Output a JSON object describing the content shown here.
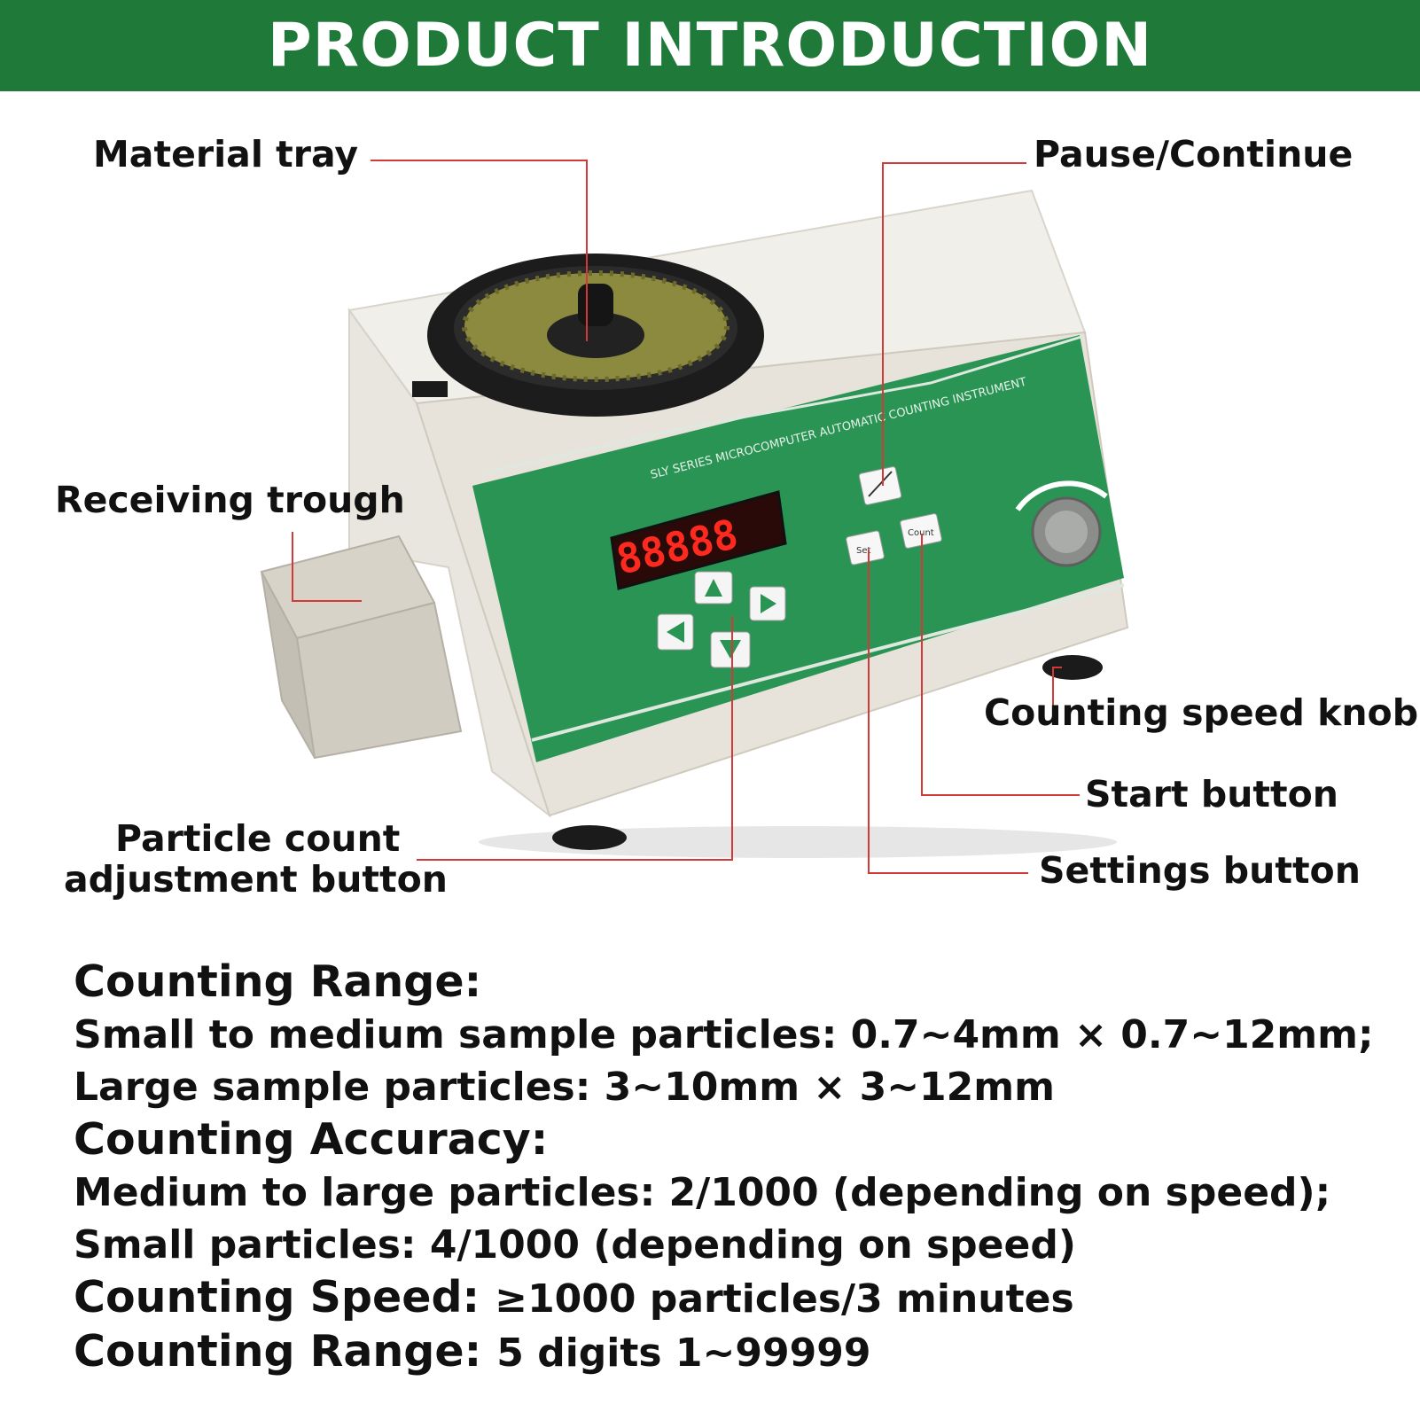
{
  "header": {
    "title": "PRODUCT INTRODUCTION"
  },
  "colors": {
    "banner": "#1f7a3a",
    "panel": "#2a9454",
    "leader_line": "#d23a3a",
    "display_digits": "#ff2a1f"
  },
  "labels": {
    "material_tray": "Material tray",
    "pause_continue": "Pause/Continue",
    "receiving_trough": "Receiving trough",
    "counting_speed_knob": "Counting speed knob",
    "start_button": "Start button",
    "settings_button": "Settings button",
    "particle_count_line1": "Particle count",
    "particle_count_line2": "adjustment button"
  },
  "device": {
    "panel_text": "SLY SERIES MICROCOMPUTER AUTOMATIC COUNTING INSTRUMENT",
    "display": "88888",
    "set_key": "Set",
    "count_key": "Count",
    "pause_key": "Pause/Continue"
  },
  "specs": {
    "range_heading": "Counting Range:",
    "range_small": "Small to medium sample particles: 0.7~4mm × 0.7~12mm;",
    "range_large": "Large sample particles: 3~10mm × 3~12mm",
    "accuracy_heading": "Counting Accuracy:",
    "accuracy_medium": "Medium to large particles: 2/1000 (depending on speed);",
    "accuracy_small": "Small particles: 4/1000 (depending on speed)",
    "speed_label": "Counting Speed:",
    "speed_value": "≥1000 particles/3 minutes",
    "digits_label": "Counting Range:",
    "digits_value": "5 digits 1~99999"
  }
}
